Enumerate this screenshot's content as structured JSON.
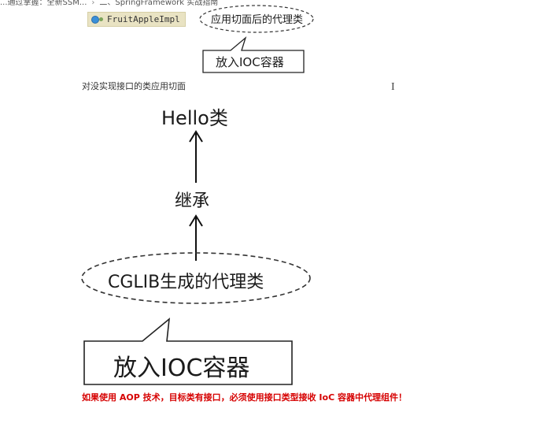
{
  "breadcrumb": {
    "part1": "...通过掌握：全新SSM...",
    "part2": "二、SpringFramework 实战指南"
  },
  "top_diagram": {
    "class_name": "FruitAppleImpl",
    "proxy_label": "应用切面后的代理类",
    "put_label": "放入IOC容器"
  },
  "subtitle": "对没实现接口的类应用切面",
  "main_diagram": {
    "hello_label": "Hello类",
    "inherit_label": "继承",
    "cglib_label": "CGLIB生成的代理类",
    "put_label": "放入IOC容器"
  },
  "warning": "如果使用 AOP 技术，目标类有接口，必须使用接口类型接收 IoC 容器中代理组件！",
  "cursor_glyph": "I",
  "colors": {
    "warning": "#d60000",
    "class_bg": "#e9e3c3"
  }
}
